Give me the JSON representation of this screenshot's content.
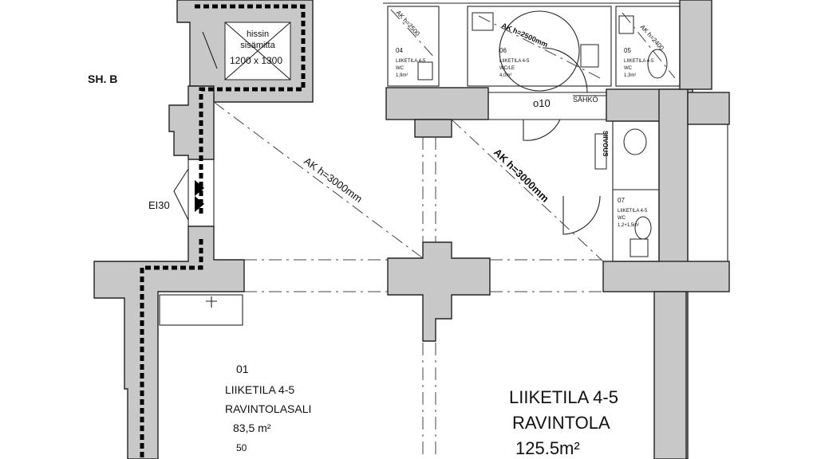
{
  "stair_label": "SH. B",
  "elevator": {
    "line1": "hissin",
    "line2": "sisämitta",
    "size": "1200 x 1300"
  },
  "door_rating": "EI30",
  "ak_labels": {
    "main_diagonal": "AK h=3000mm",
    "corridor_diagonal": "AK h=3000mm",
    "wc_room": "AK h=2500mm",
    "small_04": "AK h=2500",
    "small_05": "AK h=2400"
  },
  "room_04": {
    "number": "04",
    "line1": "LIIKETILA 4-5",
    "line2": "WC",
    "area": "1,9m²"
  },
  "room_06": {
    "number": "06",
    "line1": "LIIKETILA 4-5",
    "line2": "WC/LE",
    "area": "4,0m²"
  },
  "room_05": {
    "number": "05",
    "line1": "LIIKETILA 4-5",
    "line2": "WC",
    "area": "1,3m²"
  },
  "room_07": {
    "number": "07",
    "line1": "LIIKETILA 4-5",
    "line2": "WC",
    "area": "1,2+1,5m²"
  },
  "corridor_code": "o10",
  "corridor_tag": "SÄHKÖ",
  "side_tag": "SIIVOUS",
  "room_01": {
    "number": "01",
    "line1": "LIIKETILA 4-5",
    "line2": "RAVINTOLASALI",
    "area": "83,5 m²",
    "extra": "50"
  },
  "big_room": {
    "line1": "LIIKETILA 4-5",
    "line2": "RAVINTOLA",
    "area": "125.5m²"
  }
}
